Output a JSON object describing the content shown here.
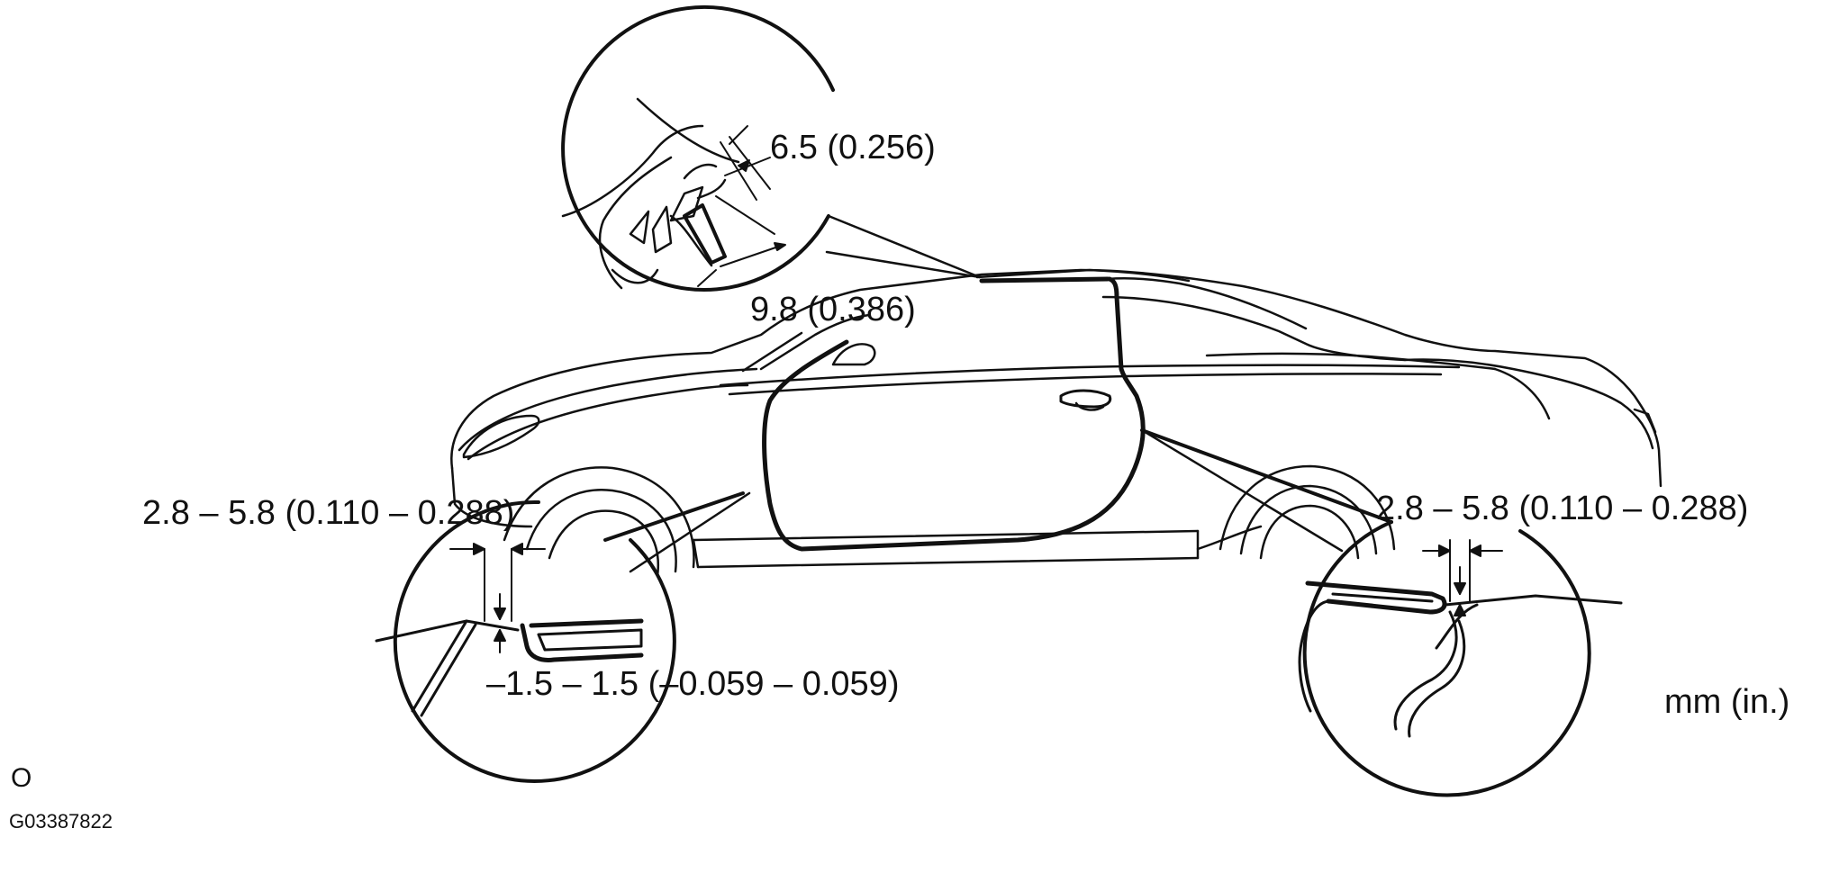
{
  "labels": {
    "roof_gap": "6.5 (0.256)",
    "roof_flush": "9.8 (0.386)",
    "front_gap": "2.8 – 5.8 (0.110 – 0.288)",
    "front_flush": "–1.5 – 1.5 (–0.059 – 0.059)",
    "rear_gap": "2.8 – 5.8 (0.110 – 0.288)",
    "units": "mm (in.)",
    "corner_mark": "O",
    "figure_id": "G03387822"
  },
  "colors": {
    "ink": "#111111",
    "background": "#ffffff"
  }
}
